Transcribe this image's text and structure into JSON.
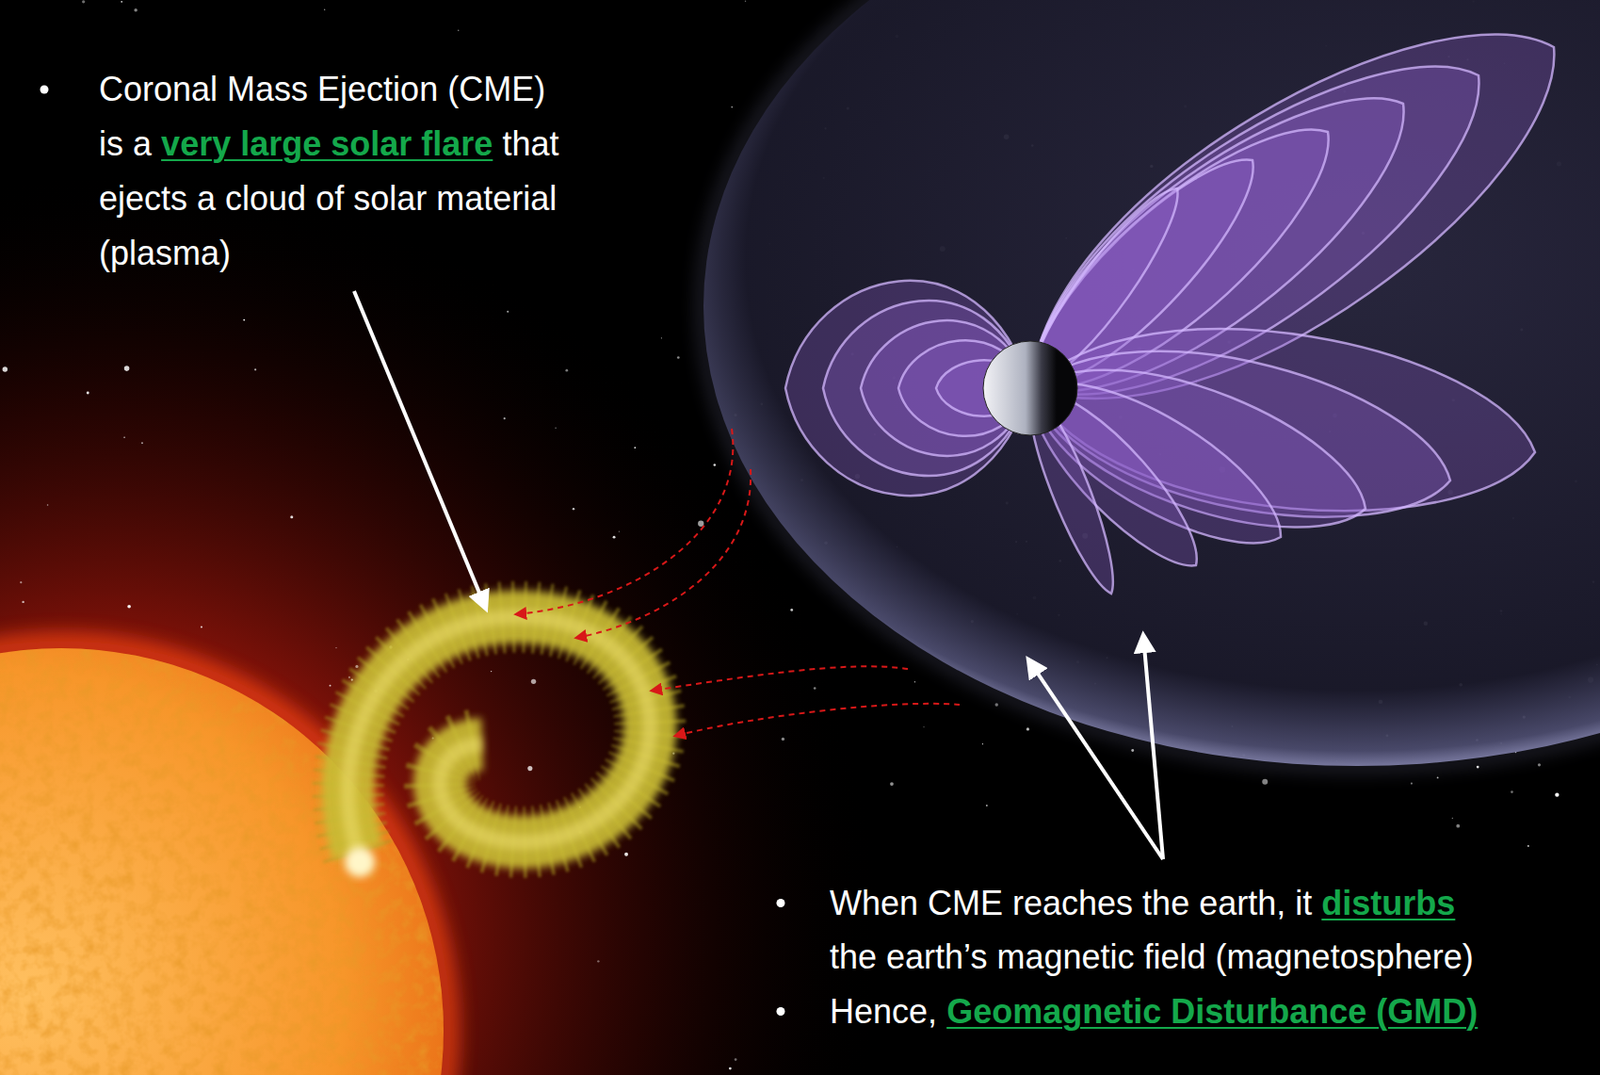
{
  "diagram": {
    "labels": [
      "Coronal Mass Ejection (CME) is a",
      "very large solar flare",
      "that ejects a cloud of solar material (plasma)",
      "When CME reaches the earth, it",
      "disturbs",
      "the earth’s magnetic field (magnetosphere)",
      "Hence,",
      "Geomagnetic Disturbance (GMD)"
    ]
  }
}
